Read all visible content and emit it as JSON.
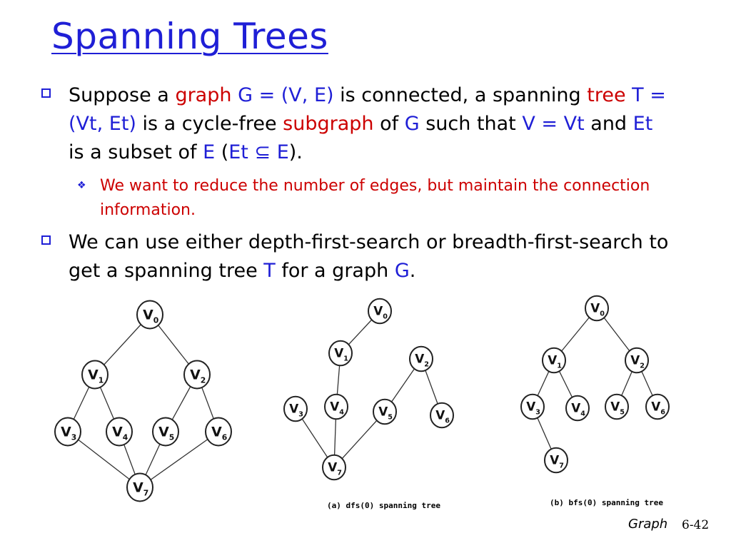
{
  "title": "Spanning Trees",
  "bullet1": {
    "t1": "Suppose a ",
    "graph": "graph",
    "g_def": " G = (V, E)",
    "t2": " is connected,  a spanning ",
    "tree": "tree",
    "t_def": " T = (Vt, Et)",
    "t3": " is a cycle-free ",
    "subgraph": "subgraph",
    "t4": " of ",
    "G": "G",
    "t5": " such that ",
    "v_eq": " V = Vt",
    "t6": " and ",
    "Et": "Et",
    "t7": " is a subset of ",
    "E": "E",
    "t8": " (",
    "Et2": "Et",
    "subset": " ⊆ ",
    "E2": "E",
    "t9": ")."
  },
  "sub1": "We want to reduce the number of edges, but maintain the connection information.",
  "bullet2": {
    "t1": "We can use either depth-first-search or breadth-first-search to get a spanning tree ",
    "T": "T",
    "t2": " for a graph ",
    "G": "G",
    "t3": "."
  },
  "graphs": {
    "original": {
      "nodes": [
        "V0",
        "V1",
        "V2",
        "V3",
        "V4",
        "V5",
        "V6",
        "V7"
      ]
    },
    "dfs": {
      "caption": "(a) dfs(0) spanning tree"
    },
    "bfs": {
      "caption": "(b) bfs(0) spanning tree"
    }
  },
  "footer": {
    "topic": "Graph",
    "page": "6-42"
  },
  "colors": {
    "blue": "#1f1fd6",
    "red": "#cc0000"
  }
}
